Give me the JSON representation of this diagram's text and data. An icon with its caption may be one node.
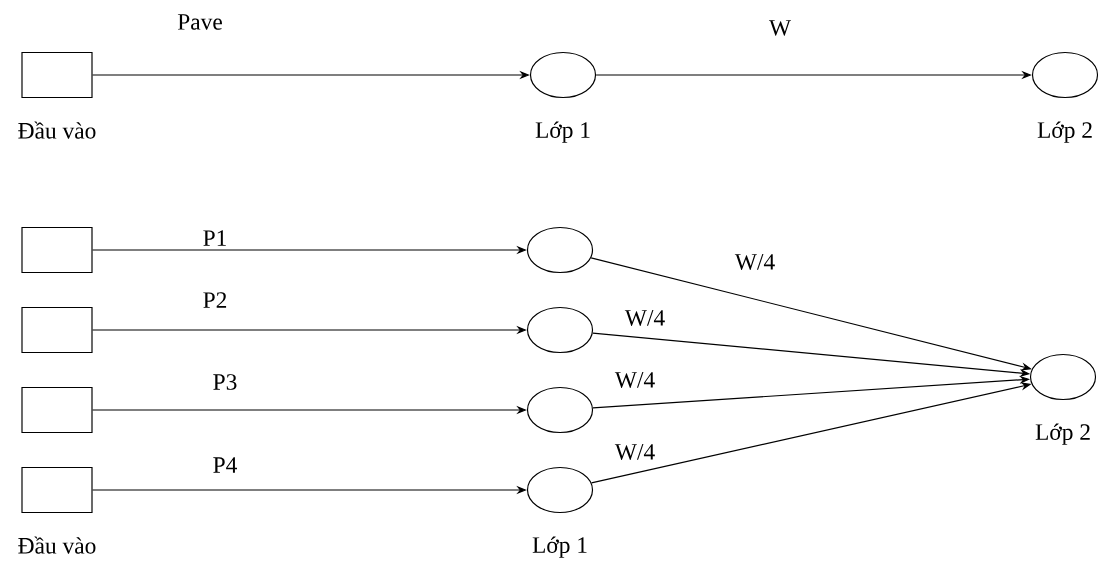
{
  "diagram": {
    "nodes": [
      {
        "text": [],
        "shape": "box",
        "beside": [
          "Đầu vào"
        ]
      },
      {
        "text": [],
        "shape": "circle",
        "beside": [
          "Lớp 1"
        ]
      },
      {
        "text": [],
        "shape": "circle",
        "beside": [
          "Lớp 2"
        ]
      },
      {
        "text": [],
        "shape": "box"
      },
      {
        "text": [],
        "shape": "box"
      },
      {
        "text": [],
        "shape": "box"
      },
      {
        "text": [],
        "shape": "box",
        "beside": [
          "Đầu vào"
        ]
      },
      {
        "text": [],
        "shape": "circle"
      },
      {
        "text": [],
        "shape": "circle"
      },
      {
        "text": [],
        "shape": "circle"
      },
      {
        "text": [],
        "shape": "circle",
        "beside": [
          "Lớp 1"
        ]
      },
      {
        "text": [],
        "shape": "circle",
        "beside": [
          "Lớp 2"
        ]
      }
    ],
    "edges": [
      {
        "from": 0,
        "to": 1,
        "arrow": "to",
        "label": "Pave"
      },
      {
        "from": 1,
        "to": 2,
        "arrow": "to",
        "label": "W"
      },
      {
        "from": 3,
        "to": 7,
        "arrow": "to",
        "label": "P1"
      },
      {
        "from": 4,
        "to": 8,
        "arrow": "to",
        "label": "P2"
      },
      {
        "from": 5,
        "to": 9,
        "arrow": "to",
        "label": "P3"
      },
      {
        "from": 6,
        "to": 10,
        "arrow": "to",
        "label": "P4"
      },
      {
        "from": 7,
        "to": 11,
        "arrow": "to",
        "label": "W/4"
      },
      {
        "from": 8,
        "to": 11,
        "arrow": "to",
        "label": "W/4"
      },
      {
        "from": 9,
        "to": 11,
        "arrow": "to",
        "label": "W/4"
      },
      {
        "from": 10,
        "to": 11,
        "arrow": "to",
        "label": "W/4"
      }
    ]
  }
}
